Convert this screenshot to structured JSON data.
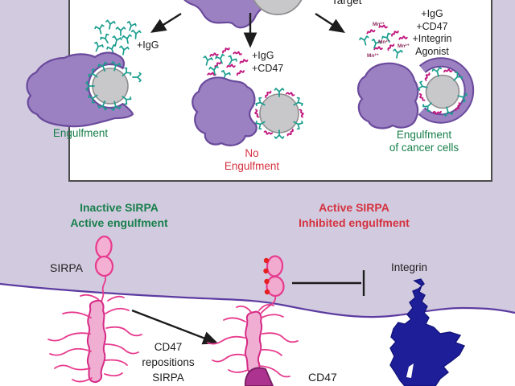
{
  "top_panel": {
    "target_label": "Target",
    "branches": {
      "left": {
        "condition": "+IgG",
        "result": "Engulfment"
      },
      "middle": {
        "conditions": [
          "+IgG",
          "+CD47"
        ],
        "result_line1": "No",
        "result_line2": "Engulfment"
      },
      "right": {
        "conditions": [
          "+IgG",
          "+CD47",
          "+Integrin",
          "Agonist"
        ],
        "mn_label": "Mn²⁺",
        "result_line1": "Engulfment",
        "result_line2": "of cancer cells"
      }
    }
  },
  "bottom_panel": {
    "left_state": {
      "line1": "Inactive SIRPA",
      "line2": "Active engulfment"
    },
    "right_state": {
      "line1": "Active SIRPA",
      "line2": "Inhibited engulfment"
    },
    "sirpa_label": "SIRPA",
    "transition": {
      "line1": "CD47",
      "line2": "repositions",
      "line3": "SIRPA"
    },
    "cd47_label": "CD47",
    "integrin_label": "Integrin"
  },
  "colors": {
    "background_lavender": "#d2cbe0",
    "panel_white": "#ffffff",
    "panel_border_gray": "#4b4b4b",
    "macrophage_purple": "#9c81c2",
    "macrophage_outline": "#6a4a9c",
    "target_bead_gray": "#c8c8ca",
    "igg_teal": "#1a9e8e",
    "cd47_magenta": "#c2187f",
    "mn_maroon": "#8d2b5c",
    "engulfment_green": "#187f4b",
    "no_engulfment_red": "#d4323f",
    "sirpa_pink_fill": "#f3b0d2",
    "sirpa_pink_outline": "#e73b8e",
    "phospho_red": "#e62020",
    "cd47_blob_magenta": "#ad3390",
    "integrin_navy": "#1e1e99",
    "membrane_purple": "#5c3ba1"
  }
}
